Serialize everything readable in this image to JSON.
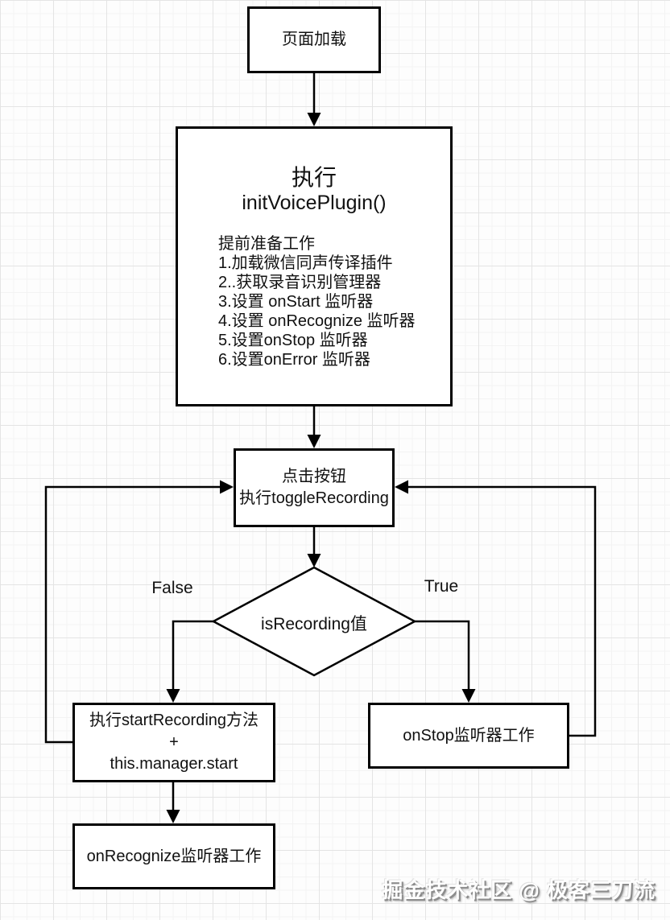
{
  "flowchart": {
    "nodes": {
      "page_load": {
        "label": "页面加载"
      },
      "init": {
        "title": "执行",
        "subtitle": "initVoicePlugin()",
        "list_header": "提前准备工作",
        "steps": [
          "1.加载微信同声传译插件",
          "2..获取录音识别管理器",
          "3.设置 onStart 监听器",
          "4.设置 onRecognize 监听器",
          "5.设置onStop 监听器",
          "6.设置onError 监听器"
        ]
      },
      "toggle": {
        "line1": "点击按钮",
        "line2": "执行toggleRecording"
      },
      "decision": {
        "label": "isRecording值"
      },
      "start_recording": {
        "line1": "执行startRecording方法",
        "line2": "+",
        "line3": "this.manager.start"
      },
      "on_stop": {
        "label": "onStop监听器工作"
      },
      "on_recognize": {
        "label": "onRecognize监听器工作"
      }
    },
    "edge_labels": {
      "false_branch": "False",
      "true_branch": "True"
    },
    "colors": {
      "line": "#000000",
      "node_bg": "#ffffff",
      "node_border": "#000000"
    }
  },
  "watermark": {
    "text": "掘金技术社区 @ 极客三刀流"
  }
}
